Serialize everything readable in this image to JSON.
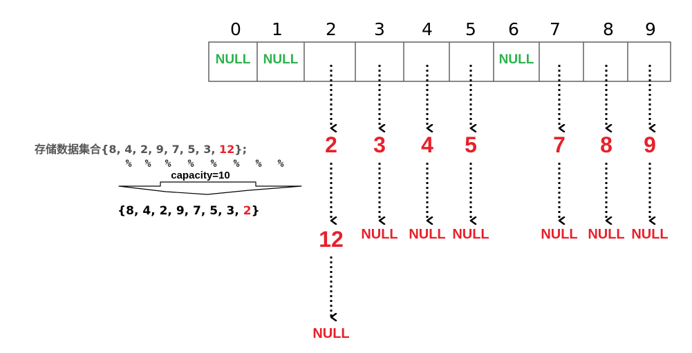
{
  "table": {
    "indices": [
      "0",
      "1",
      "2",
      "3",
      "4",
      "5",
      "6",
      "7",
      "8",
      "9"
    ],
    "cells": [
      "NULL",
      "NULL",
      "",
      "",
      "",
      "",
      "NULL",
      "",
      "",
      ""
    ]
  },
  "chains": [
    {
      "bucket": 2,
      "nodes": [
        "2",
        "12"
      ],
      "end": "NULL"
    },
    {
      "bucket": 3,
      "nodes": [
        "3"
      ],
      "end": "NULL"
    },
    {
      "bucket": 4,
      "nodes": [
        "4"
      ],
      "end": "NULL"
    },
    {
      "bucket": 5,
      "nodes": [
        "5"
      ],
      "end": "NULL"
    },
    {
      "bucket": 7,
      "nodes": [
        "7"
      ],
      "end": "NULL"
    },
    {
      "bucket": 8,
      "nodes": [
        "8"
      ],
      "end": "NULL"
    },
    {
      "bucket": 9,
      "nodes": [
        "9"
      ],
      "end": "NULL"
    }
  ],
  "left": {
    "set_label": "存储数据集合",
    "set_values": [
      "8",
      "4",
      "2",
      "9",
      "7",
      "5",
      "3",
      "12"
    ],
    "set_suffix": ";",
    "percent_symbol": "%",
    "capacity_label": "capacity=10",
    "result_values": [
      "8",
      "4",
      "2",
      "9",
      "7",
      "5",
      "3",
      "2"
    ]
  },
  "colors": {
    "null_in_table": "#2bb24c",
    "highlight": "#e8202a",
    "arrow": "#000000"
  }
}
